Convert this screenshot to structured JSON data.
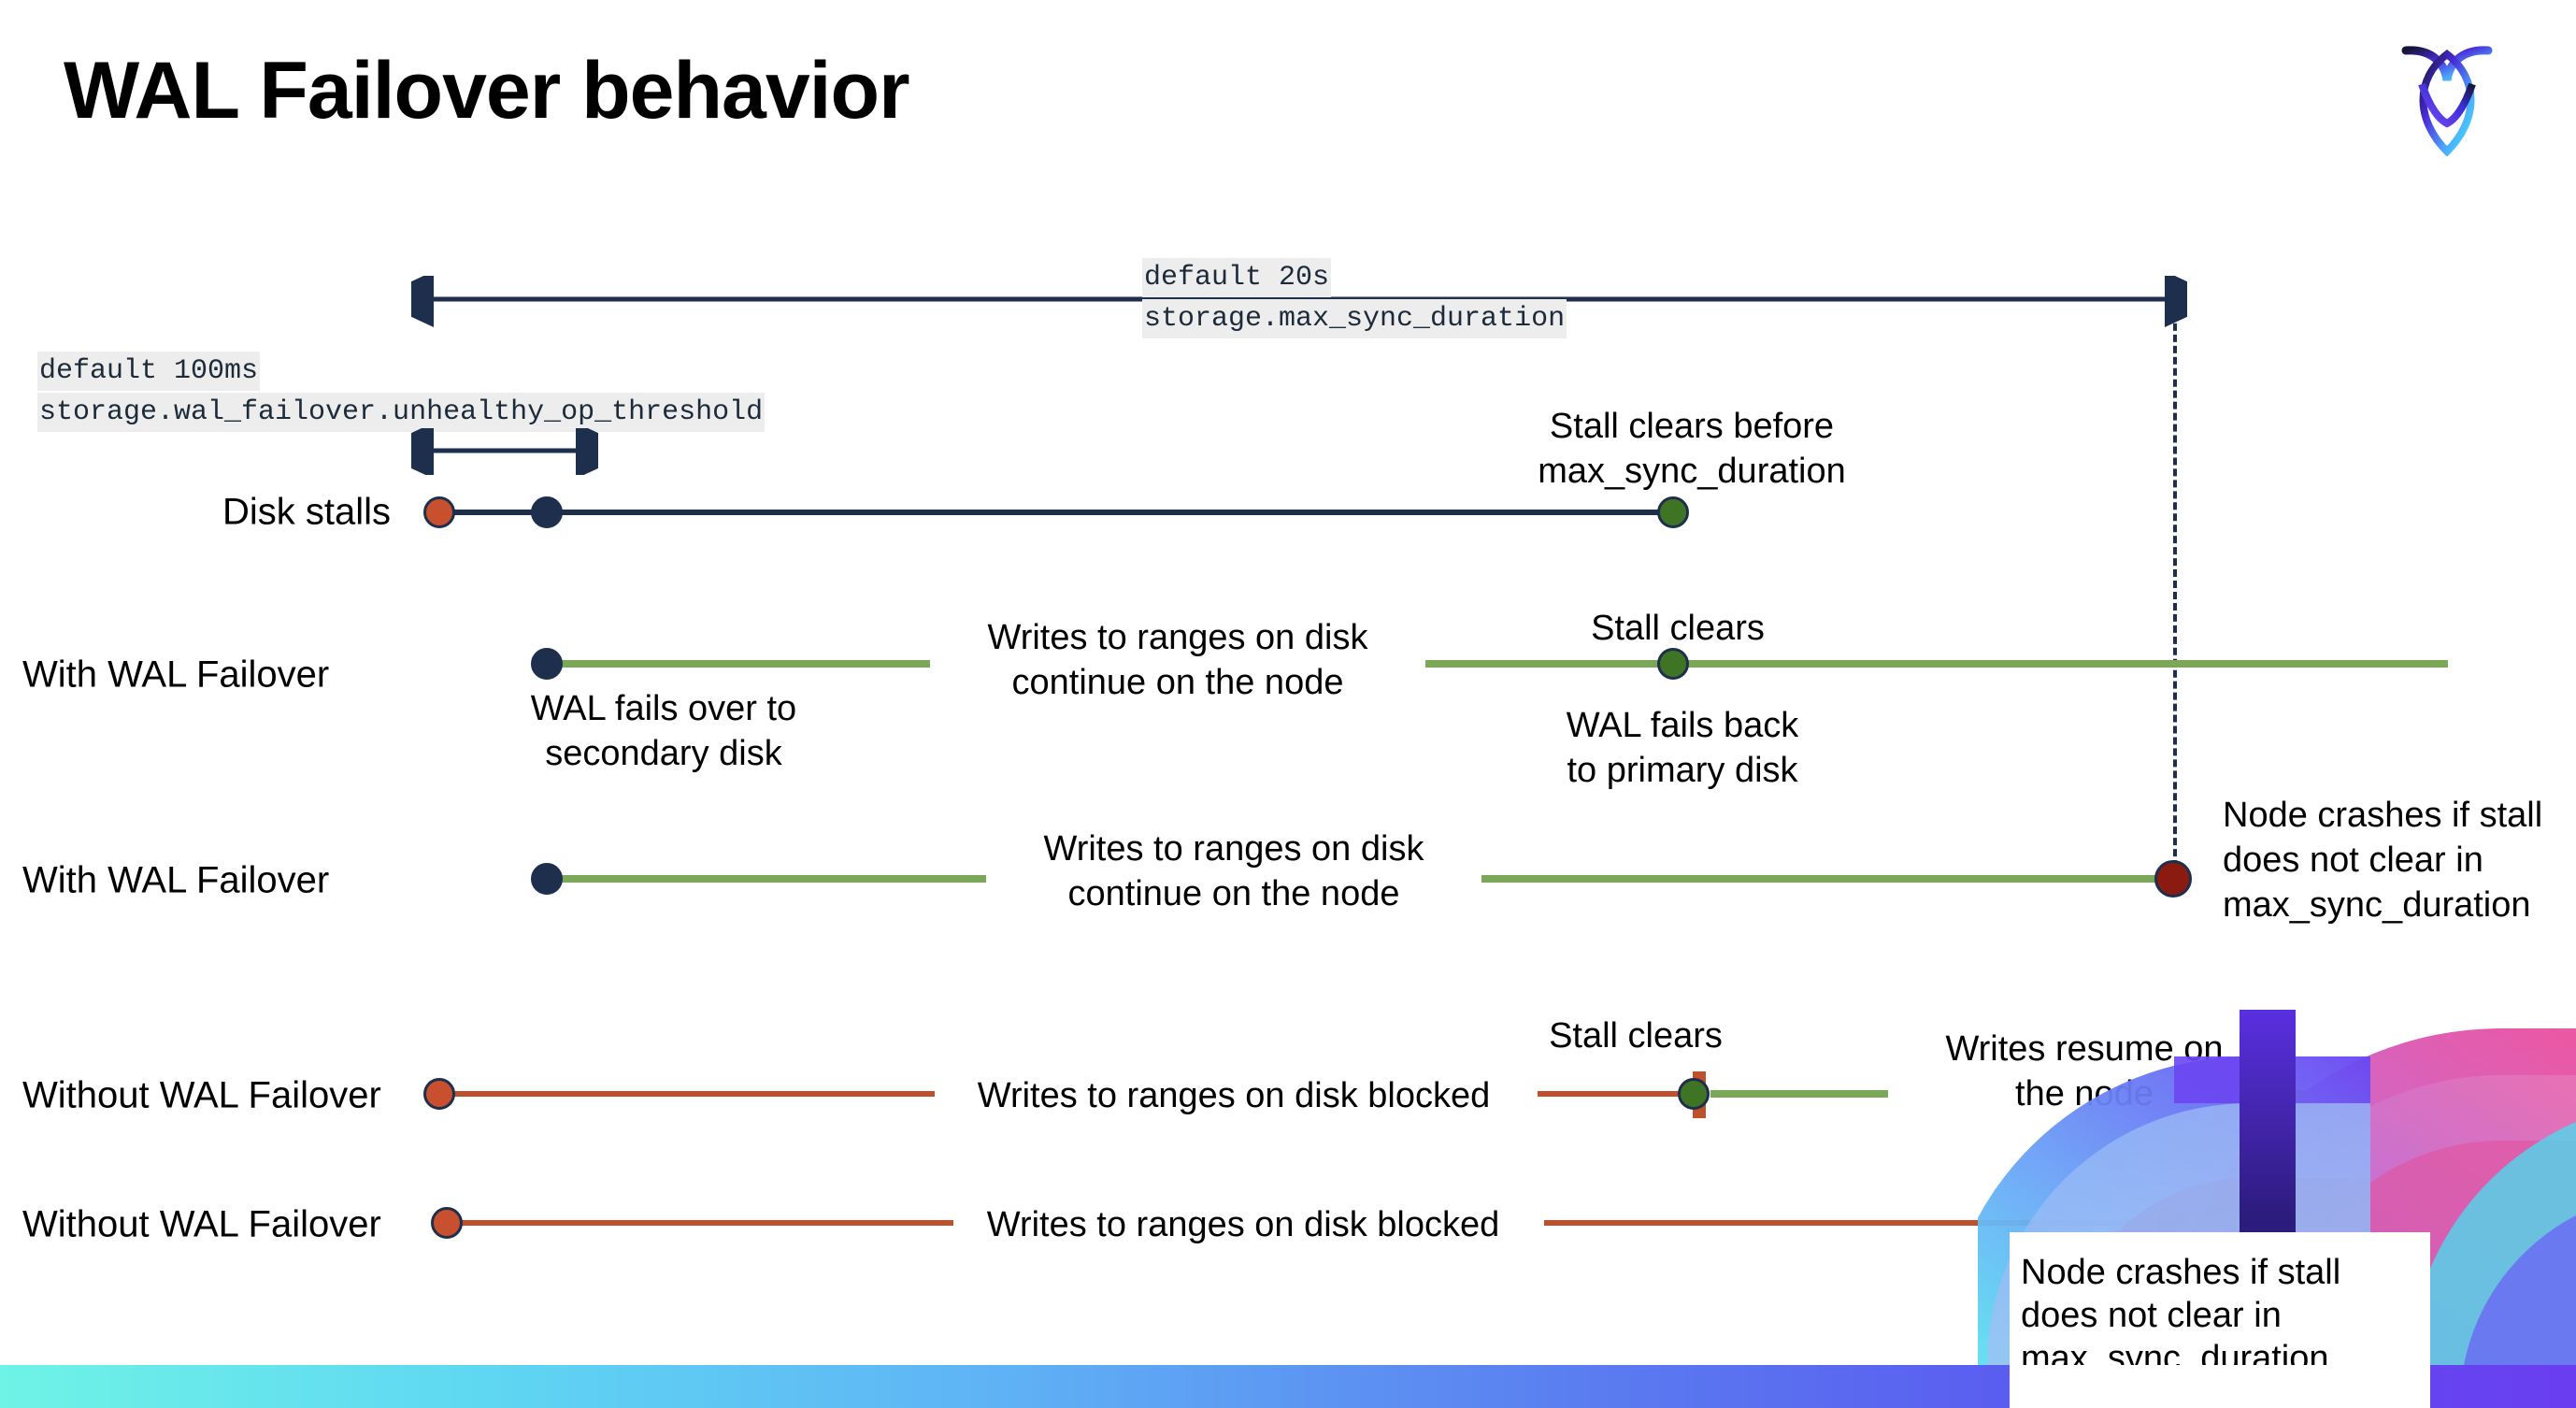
{
  "page": {
    "title": "WAL Failover behavior",
    "logo_name": "cockroachdb-logo"
  },
  "settings": {
    "max_sync": {
      "default_label": "default 20s",
      "setting_name": "storage.max_sync_duration"
    },
    "unhealthy_threshold": {
      "default_label": "default 100ms",
      "setting_name": "storage.wal_failover.unhealthy_op_threshold"
    }
  },
  "rows": [
    {
      "label": "Disk stalls",
      "notes": [
        "Stall clears before\nmax_sync_duration"
      ]
    },
    {
      "label": "With WAL Failover",
      "notes": [
        "Writes to ranges on disk\ncontinue on the node",
        "WAL fails over to\nsecondary disk",
        "Stall clears",
        "WAL fails  back\nto primary disk"
      ]
    },
    {
      "label": "With WAL Failover",
      "notes": [
        "Writes to ranges on disk\ncontinue on the node",
        "Node crashes if stall\ndoes not clear in\nmax_sync_duration"
      ]
    },
    {
      "label": "Without WAL Failover",
      "notes": [
        "Writes to ranges on disk  blocked",
        "Stall clears",
        "Writes resume on\nthe node"
      ]
    },
    {
      "label": "Without WAL Failover",
      "notes": [
        "Writes to ranges on disk  blocked",
        "Node crashes if stall\ndoes not clear in\nmax_sync_duration"
      ]
    }
  ],
  "labels": {
    "disk_stalls": "Disk stalls",
    "with_wal_failover_1": "With WAL Failover",
    "with_wal_failover_2": "With WAL Failover",
    "without_wal_failover_1": "Without WAL Failover",
    "without_wal_failover_2": "Without WAL Failover"
  },
  "notes": {
    "stall_clears_before_max": "Stall clears before\nmax_sync_duration",
    "writes_continue_1": "Writes to ranges on disk\ncontinue on the node",
    "wal_fails_over": "WAL fails over to\nsecondary disk",
    "stall_clears_1": "Stall clears",
    "wal_fails_back": "WAL fails  back\nto primary disk",
    "writes_continue_2": "Writes to ranges on disk\ncontinue on the node",
    "node_crashes_1": "Node crashes if stall\ndoes not clear in\nmax_sync_duration",
    "writes_blocked_1": "Writes to ranges on disk  blocked",
    "stall_clears_2": "Stall clears",
    "writes_resume": "Writes resume on\nthe node",
    "writes_blocked_2": "Writes to ranges on disk  blocked",
    "node_crashes_2": "Node crashes if stall\ndoes not clear in\nmax_sync_duration"
  },
  "colors": {
    "navy": "#1e2f4d",
    "green_line": "#7aa758",
    "green_dot": "#3f7424",
    "orange_dot": "#c9502e",
    "red_line": "#c0502c",
    "crimson_dot": "#8b1a10",
    "chip_bg": "#ededed"
  }
}
